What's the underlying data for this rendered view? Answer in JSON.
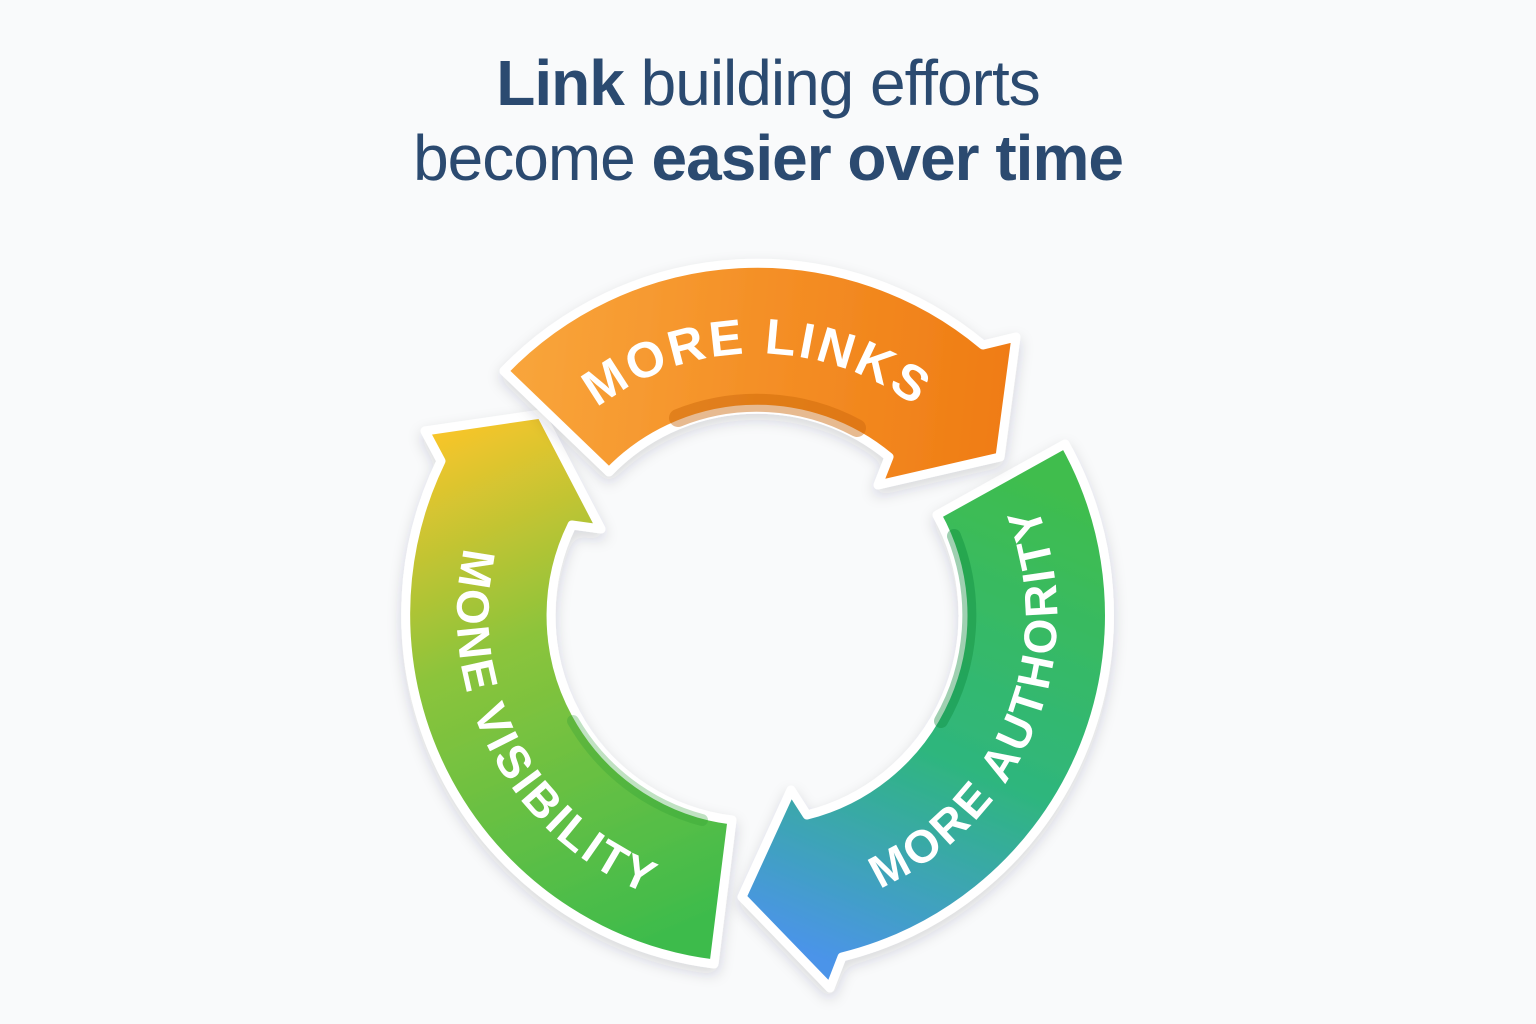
{
  "page": {
    "background_color": "#F9FAFB"
  },
  "title": {
    "color": "#2B4A70",
    "line1": [
      {
        "text": "Link",
        "bold": true
      },
      {
        "text": " building efforts",
        "bold": false
      }
    ],
    "line2": [
      {
        "text": "become ",
        "bold": false
      },
      {
        "text": "easier over time",
        "bold": true
      }
    ]
  },
  "diagram": {
    "type": "cycle",
    "direction": "clockwise",
    "label_color": "#FFFFFF",
    "outline_color": "#FFFFFF",
    "segments": [
      {
        "id": "more-links",
        "label": "MORE LINKS",
        "position": "top",
        "gradient": [
          "#F9A63C",
          "#F48F26",
          "#EF7B13"
        ]
      },
      {
        "id": "more-authority",
        "label": "MORE AUTHORITY",
        "position": "right",
        "gradient": [
          "#3FBD4E",
          "#2EB67D",
          "#4B94E9"
        ]
      },
      {
        "id": "more-visibility",
        "label": "MONE VISIBILITY",
        "position": "left",
        "gradient": [
          "#3CBB4C",
          "#8CC43B",
          "#F7C52B"
        ]
      }
    ]
  }
}
